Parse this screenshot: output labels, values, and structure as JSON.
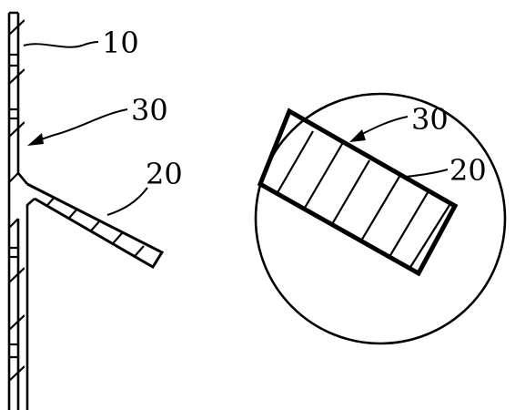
{
  "diagram": {
    "labels": {
      "wall": "10",
      "joint_left": "30",
      "fin": "20",
      "joint_detail": "30",
      "fin_detail": "20"
    },
    "colors": {
      "stroke": "#000000",
      "background": "#ffffff"
    }
  }
}
